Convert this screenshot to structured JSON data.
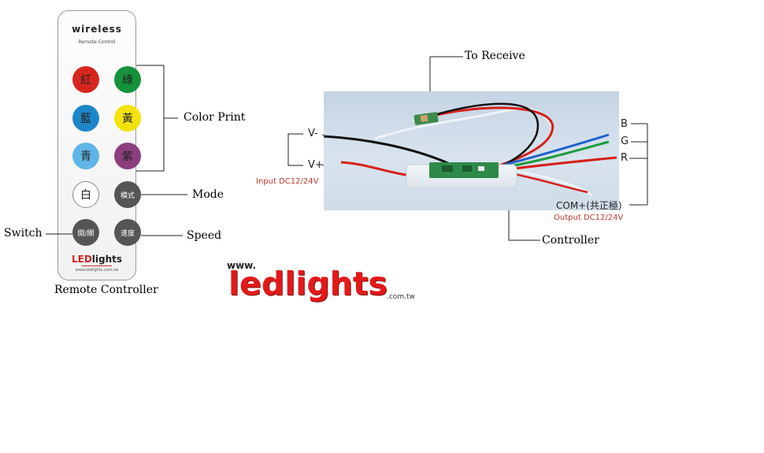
{
  "remote": {
    "title": "wireless",
    "subtitle": "Remote Control",
    "buttons": [
      {
        "label": "紅",
        "color": "#d7261e"
      },
      {
        "label": "綠",
        "color": "#16913c"
      },
      {
        "label": "藍",
        "color": "#1d86c9"
      },
      {
        "label": "黃",
        "color": "#f4e20c"
      },
      {
        "label": "青",
        "color": "#5fb5e6"
      },
      {
        "label": "紫",
        "color": "#8c3f7e"
      },
      {
        "label": "白",
        "color": "#ffffff"
      },
      {
        "label": "模式",
        "color": "#555555"
      },
      {
        "label": "開/關",
        "color": "#555555"
      },
      {
        "label": "速度",
        "color": "#555555"
      }
    ],
    "brand_led": "LED",
    "brand_lights": "lights",
    "brand_url": "www.ledlights.com.tw"
  },
  "labels": {
    "color_print": "Color Print",
    "mode": "Mode",
    "switch": "Switch",
    "speed": "Speed",
    "remote_controller": "Remote Controller",
    "to_receive": "To Receive",
    "controller": "Controller"
  },
  "wiring": {
    "v_minus": "V-",
    "v_plus": "V+",
    "input": "Input DC12/24V",
    "b": "B",
    "g": "G",
    "r": "R",
    "com": "COM+(共正極)",
    "output": "Output DC12/24V"
  },
  "logo": {
    "www": "www.",
    "name": "ledlights",
    "tld": ".com.tw"
  }
}
